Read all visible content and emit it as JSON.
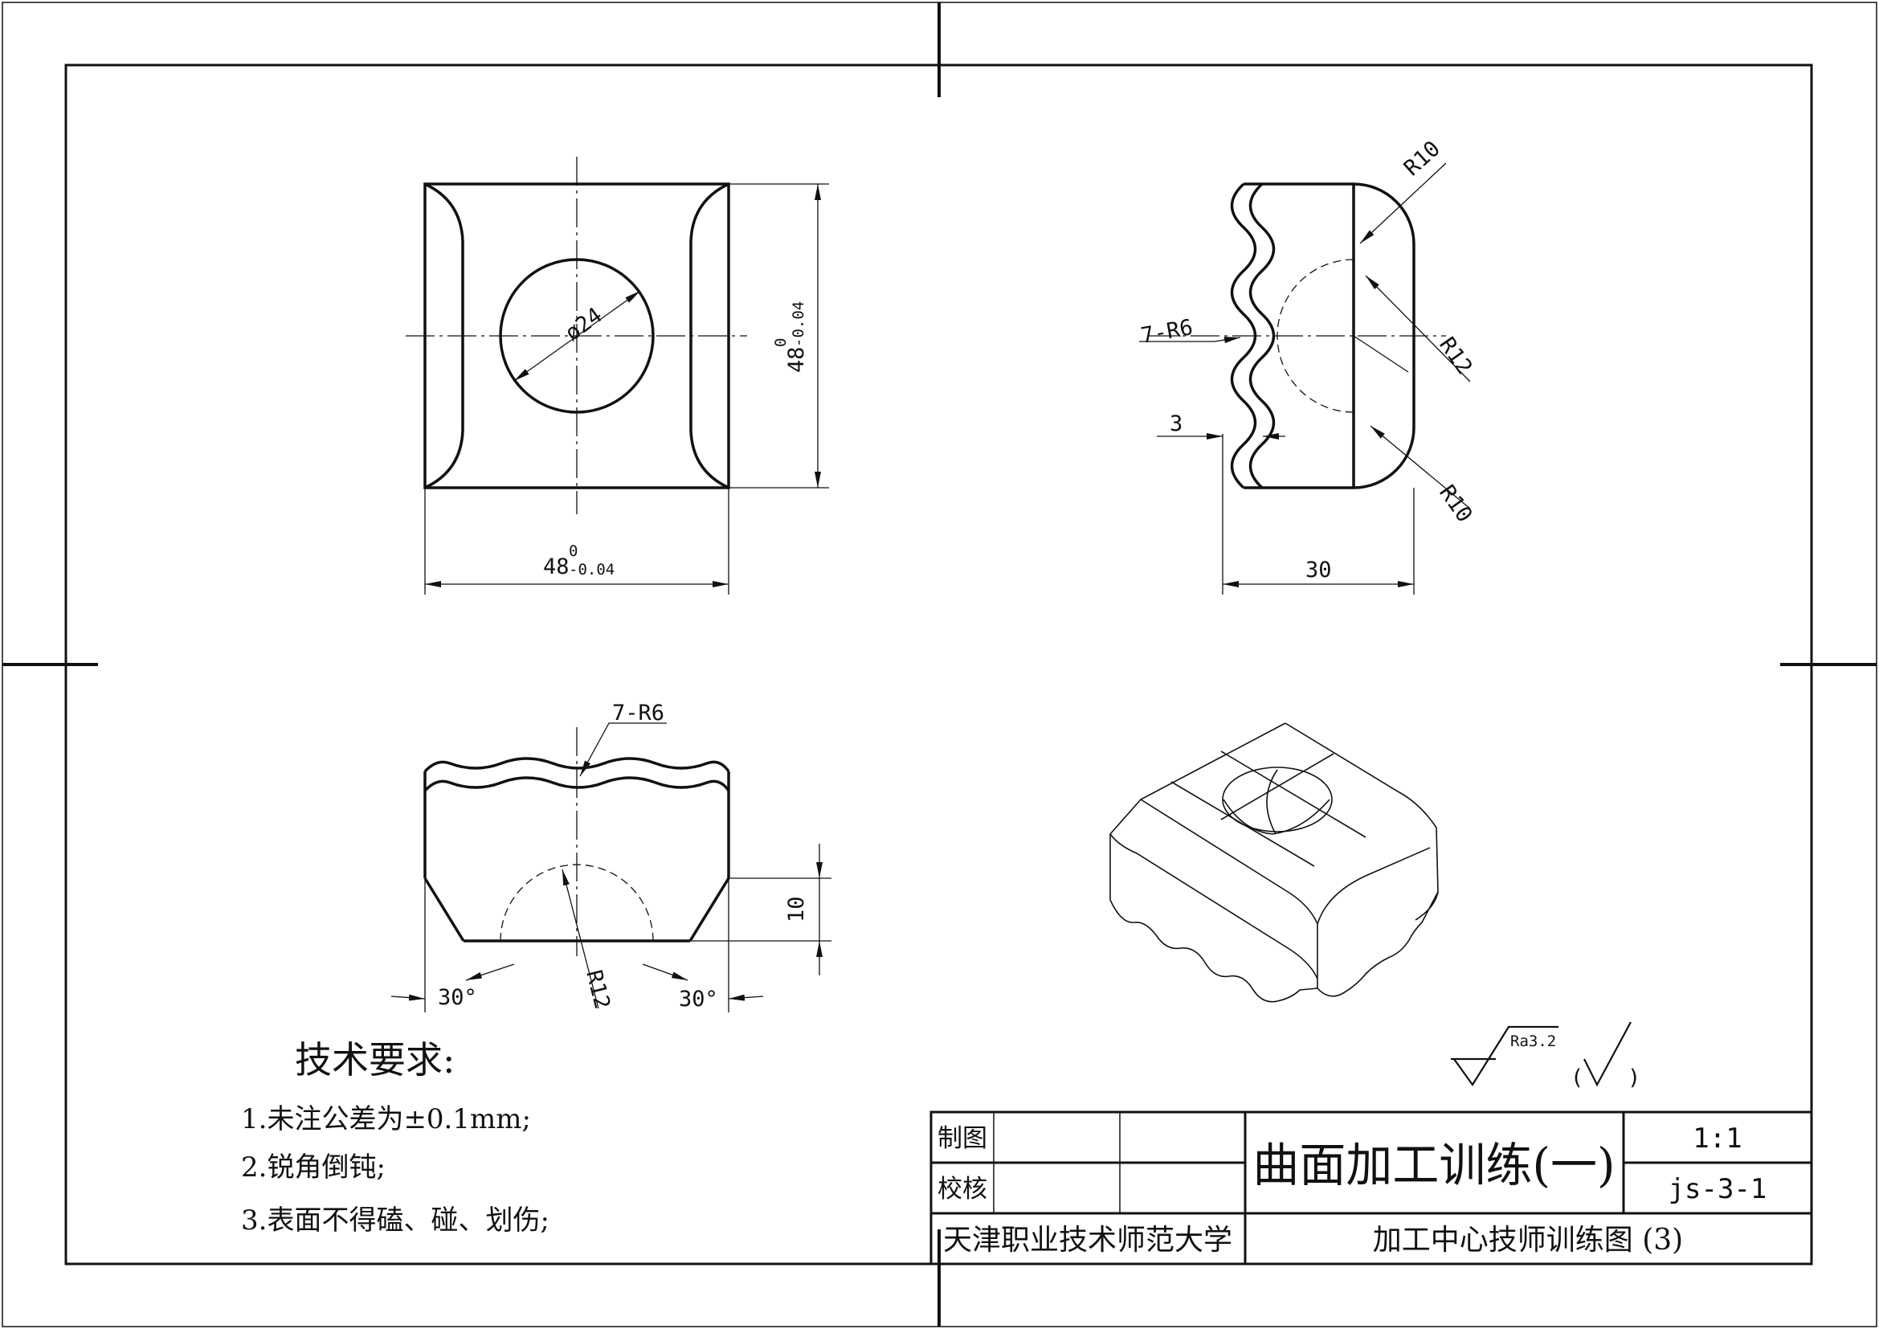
{
  "drawing": {
    "dimensions": {
      "front_diameter": "ø24",
      "front_height_nominal": "48",
      "front_height_upper_dev": "0",
      "front_height_lower_dev": "-0.04",
      "front_width_nominal": "48",
      "front_width_upper_dev": "0",
      "front_width_lower_dev": "-0.04",
      "side_top_radius": "R10",
      "side_mid_radius": "R12",
      "side_bottom_radius": "R10",
      "side_wave_callout": "7-R6",
      "side_depth": "3",
      "side_width": "30",
      "bottom_wave_callout": "7-R6",
      "bottom_height": "10",
      "bottom_radius": "R12",
      "bottom_angle_left": "30°",
      "bottom_angle_right": "30°"
    },
    "surface_finish": {
      "value": "Ra3.2",
      "other_open": "(",
      "other_close": ")"
    },
    "technical_requirements": {
      "heading": "技术要求:",
      "items": [
        "1.未注公差为±0.1mm;",
        "2.锐角倒钝;",
        "3.表面不得磕、碰、划伤;"
      ]
    },
    "title_block": {
      "drawn_label": "制图",
      "check_label": "校核",
      "title": "曲面加工训练(一)",
      "scale": "1:1",
      "drawing_number": "js-3-1",
      "organization": "天津职业技术师范大学",
      "subtitle": "加工中心技师训练图 (3)"
    }
  }
}
